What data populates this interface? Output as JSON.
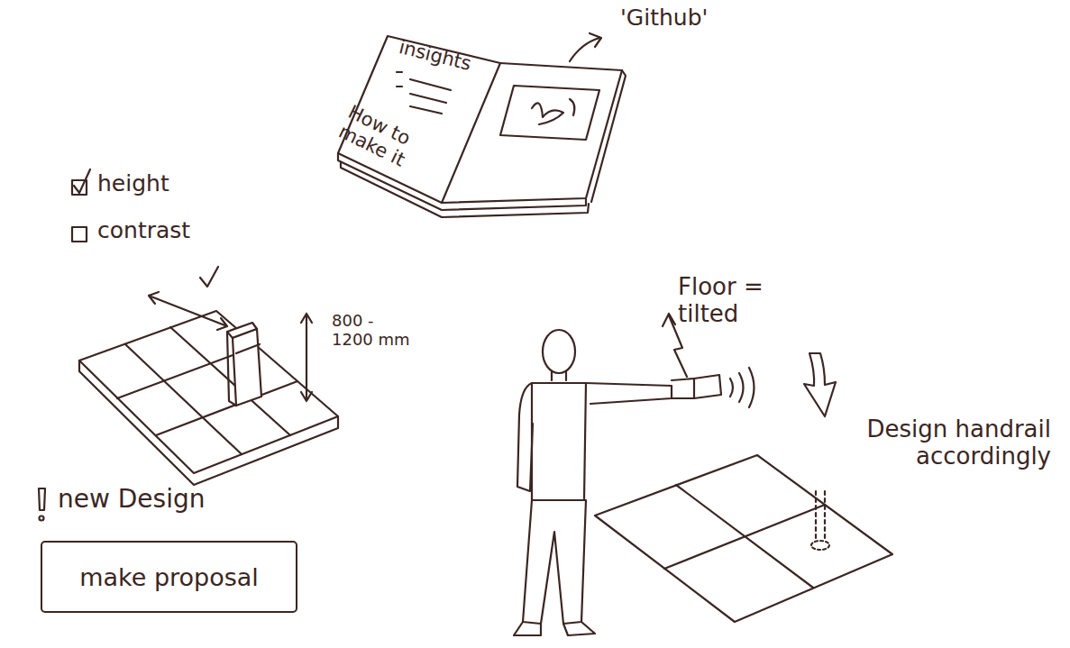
{
  "diagram": {
    "nodes": [
      {
        "text": [
          "make proposal"
        ]
      }
    ],
    "labels": [
      "'Github'",
      "insights",
      "How to make it",
      "height",
      "contrast",
      "800 - 1200 mm",
      "new Design",
      "Floor = tilted",
      "Design handrail accordingly"
    ]
  }
}
